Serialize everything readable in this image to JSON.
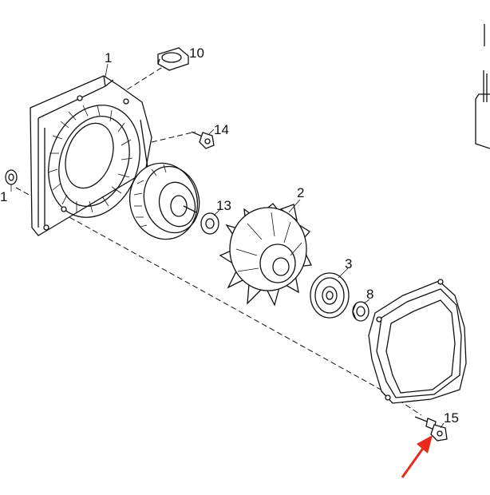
{
  "diagram": {
    "callouts": {
      "c1_top": "1",
      "c1_left": "1",
      "c2": "2",
      "c3": "3",
      "c8": "8",
      "c10": "10",
      "c13": "13",
      "c14": "14",
      "c15": "15"
    },
    "accent_color": "#e8291c",
    "line_color": "#111111"
  }
}
